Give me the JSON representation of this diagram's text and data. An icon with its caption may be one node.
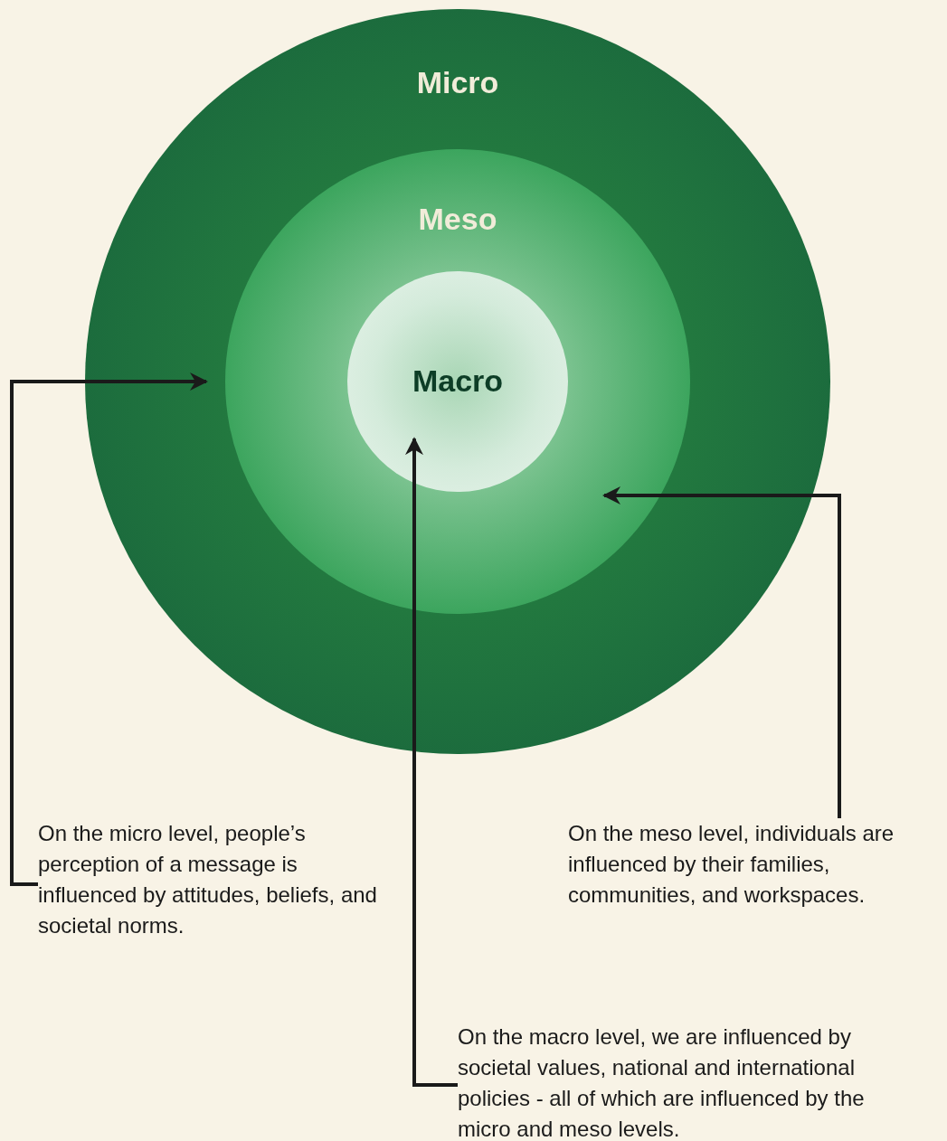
{
  "diagram": {
    "nodes": [
      {
        "text": [
          "Micro"
        ]
      },
      {
        "text": [
          "Meso"
        ],
        "in": 0
      },
      {
        "text": [
          "Macro"
        ],
        "in": 1
      },
      {
        "text": [
          "On the micro level, people’s perception of a message is influenced by attitudes, beliefs, and societal norms."
        ]
      },
      {
        "text": [
          "On the meso level, individuals are influenced by their families, communities, and workspaces."
        ]
      },
      {
        "text": [
          "On the macro level, we are influenced by societal values, national and international policies - all of which are influenced by the micro and meso levels."
        ]
      }
    ],
    "edges": [
      {
        "from": 3,
        "to": 0,
        "arrow": "to"
      },
      {
        "from": 4,
        "to": 1,
        "arrow": "to"
      },
      {
        "from": 5,
        "to": 2,
        "arrow": "to"
      }
    ]
  }
}
